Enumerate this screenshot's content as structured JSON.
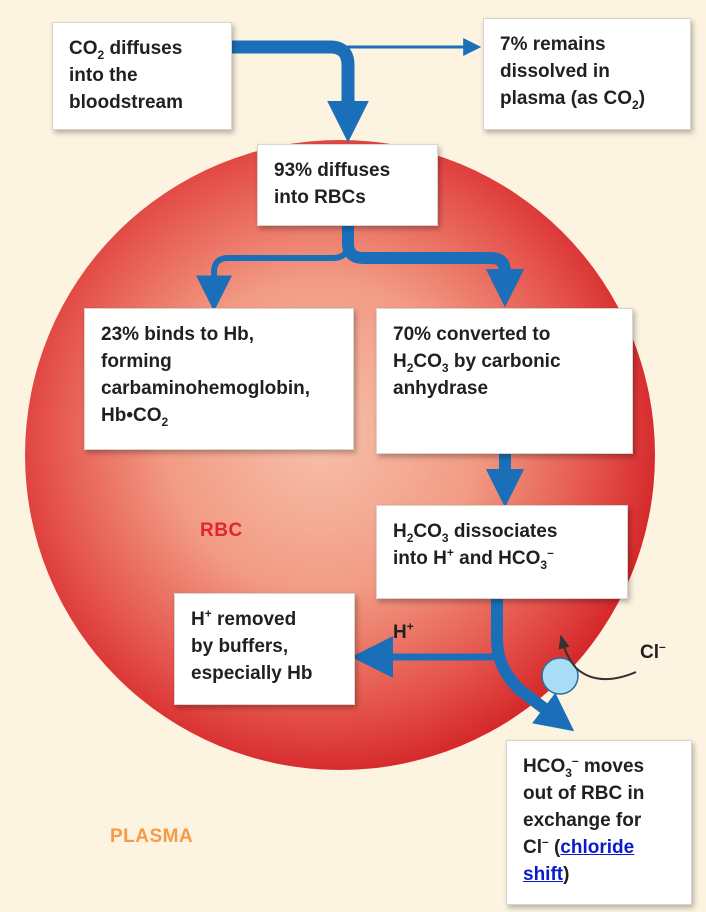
{
  "colors": {
    "plasma_bg": "#fdf3e1",
    "rbc_center": "#f6b29a",
    "rbc_edge": "#d8262a",
    "arrow": "#1b6fb9",
    "rbc_label": "#e3262b",
    "plasma_label": "#f59a45",
    "link": "#0a1cc9",
    "exchanger": "#a9dcf5"
  },
  "labels": {
    "rbc": "RBC",
    "plasma": "PLASMA",
    "h_plus_base": "H",
    "h_plus_sup": "+",
    "cl_base": "Cl",
    "cl_sup": "–"
  },
  "boxes": {
    "co2_diffuses": {
      "line1_a": "CO",
      "line1_sub": "2",
      "line1_b": " diffuses",
      "line2": "into the",
      "line3": "bloodstream"
    },
    "remains_dissolved": {
      "line1": "7% remains",
      "line2": "dissolved in",
      "line3_a": "plasma (as CO",
      "line3_sub": "2",
      "line3_b": ")"
    },
    "into_rbcs": {
      "line1": "93% diffuses",
      "line2": "into RBCs"
    },
    "binds_hb": {
      "line1": "23% binds to Hb,",
      "line2": "forming",
      "line3": "carbaminohemoglobin,",
      "line4_a": "Hb•CO",
      "line4_sub": "2"
    },
    "converted": {
      "line1": "70% converted to",
      "line2_a": "H",
      "line2_sub1": "2",
      "line2_b": "CO",
      "line2_sub2": "3",
      "line2_c": " by carbonic",
      "line3": "anhydrase"
    },
    "dissociates": {
      "line1_a": "H",
      "line1_sub1": "2",
      "line1_b": "CO",
      "line1_sub2": "3",
      "line1_c": " dissociates",
      "line2_a": "into H",
      "line2_sup": "+",
      "line2_b": " and HCO",
      "line2_sub": "3",
      "line2_sup2": "–"
    },
    "h_removed": {
      "line1_a": "H",
      "line1_sup": "+",
      "line1_b": " removed",
      "line2": "by buffers,",
      "line3": "especially Hb"
    },
    "hco3_moves": {
      "line1_a": "HCO",
      "line1_sub": "3",
      "line1_sup": "–",
      "line1_b": " moves",
      "line2": "out of RBC in",
      "line3": "exchange for",
      "line4_a": "Cl",
      "line4_sup": "–",
      "line4_b": " (",
      "line4_link": "chloride",
      "line5_link": "shift",
      "line5_b": ")"
    }
  }
}
